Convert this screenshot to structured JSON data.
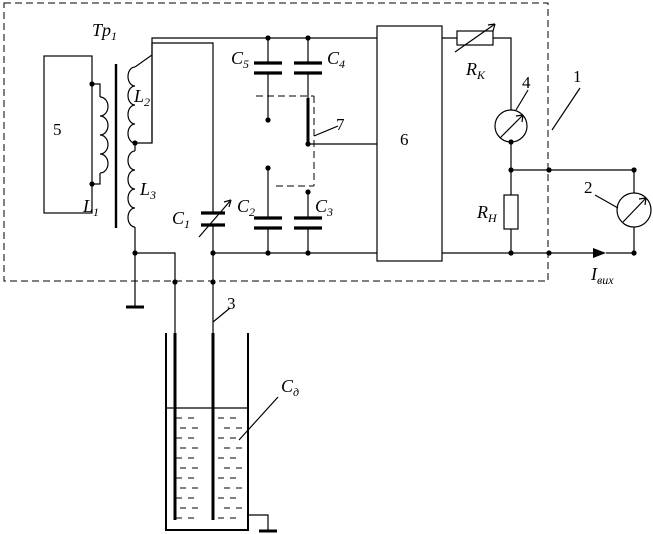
{
  "labels": {
    "tr": "Tp",
    "tr_sub": "1",
    "block5": "5",
    "block6": "6",
    "l1": "L",
    "l1_sub": "1",
    "l2": "L",
    "l2_sub": "2",
    "l3": "L",
    "l3_sub": "3",
    "c1": "C",
    "c1_sub": "1",
    "c2": "C",
    "c2_sub": "2",
    "c3": "C",
    "c3_sub": "3",
    "c4": "C",
    "c4_sub": "4",
    "c5": "C",
    "c5_sub": "5",
    "rk": "R",
    "rk_sub": "К",
    "rn": "R",
    "rn_sub": "Н",
    "cd": "C",
    "cd_sub": "д",
    "iout": "I",
    "iout_sub": "вих",
    "ref1": "1",
    "ref2": "2",
    "ref3": "3",
    "ref4": "4",
    "ref7": "7"
  }
}
